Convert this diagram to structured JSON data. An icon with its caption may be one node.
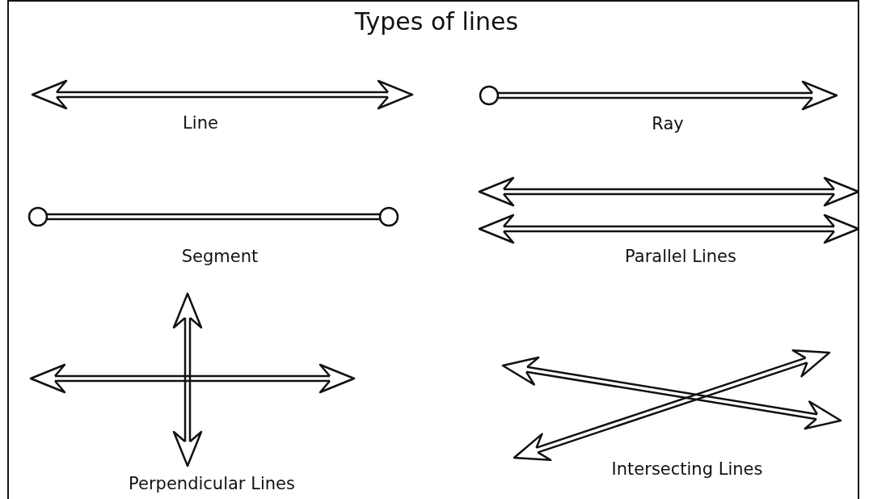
{
  "diagram": {
    "title": "Types of lines",
    "labels": [
      "Line",
      "Ray",
      "Segment",
      "Parallel Lines",
      "Perpendicular Lines",
      "Intersecting Lines"
    ]
  }
}
